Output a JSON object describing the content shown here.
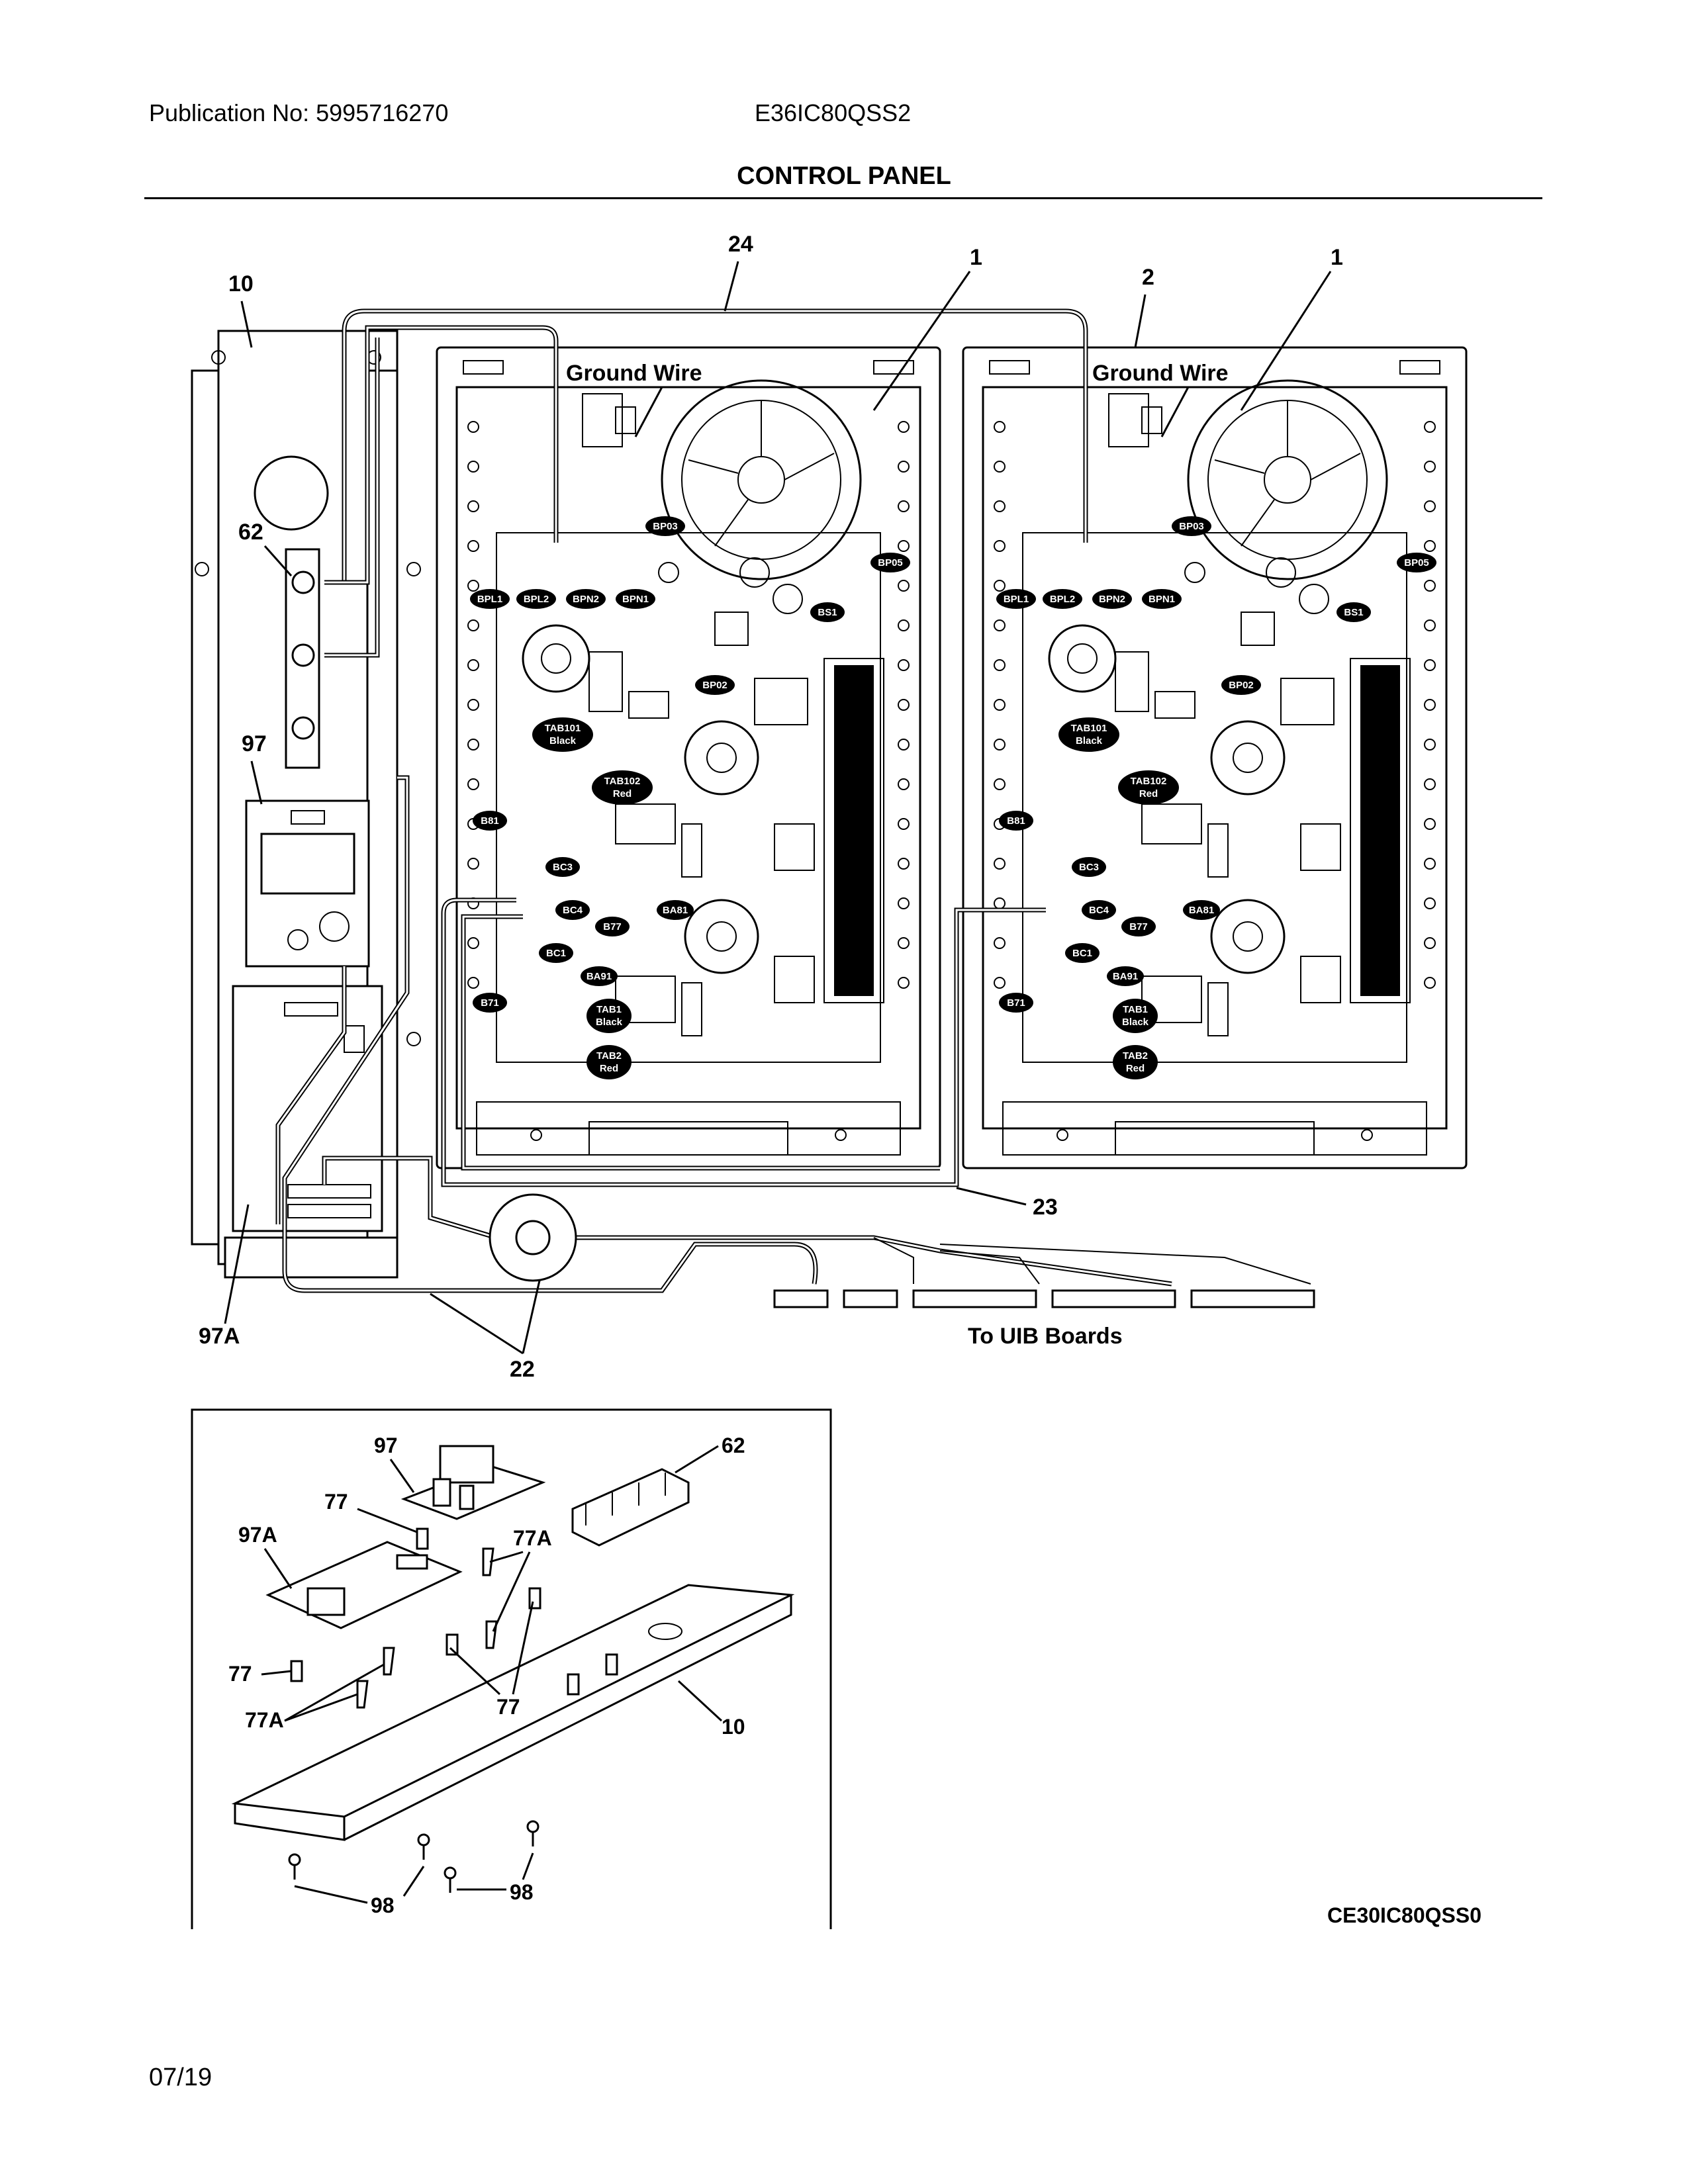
{
  "header": {
    "publication": "Publication No: 5995716270",
    "model": "E36IC80QSS2",
    "title": "CONTROL PANEL"
  },
  "footer": {
    "date": "07/19",
    "image_code": "CE30IC80QSS0"
  },
  "callouts": {
    "c10": "10",
    "c24": "24",
    "c1": "1",
    "c2": "2",
    "c62": "62",
    "c97": "97",
    "c97a": "97A",
    "c22": "22",
    "c23": "23",
    "c77": "77",
    "c77a": "77A",
    "c98": "98"
  },
  "labels": {
    "ground_wire": "Ground Wire",
    "to_uib": "To UIB Boards"
  },
  "board_tags": {
    "bp03": "BP03",
    "bp05": "BP05",
    "bp02": "BP02",
    "bs1": "BS1",
    "bpl1": "BPL1",
    "bpl2": "BPL2",
    "bpn2": "BPN2",
    "bpn1": "BPN1",
    "tab101": "TAB101",
    "tab102": "TAB102",
    "tab1": "TAB1",
    "tab2": "TAB2",
    "black": "Black",
    "red": "Red",
    "b81": "B81",
    "bc3": "BC3",
    "bc4": "BC4",
    "b77": "B77",
    "ba81": "BA81",
    "bc1": "BC1",
    "ba91": "BA91",
    "b71": "B71"
  }
}
